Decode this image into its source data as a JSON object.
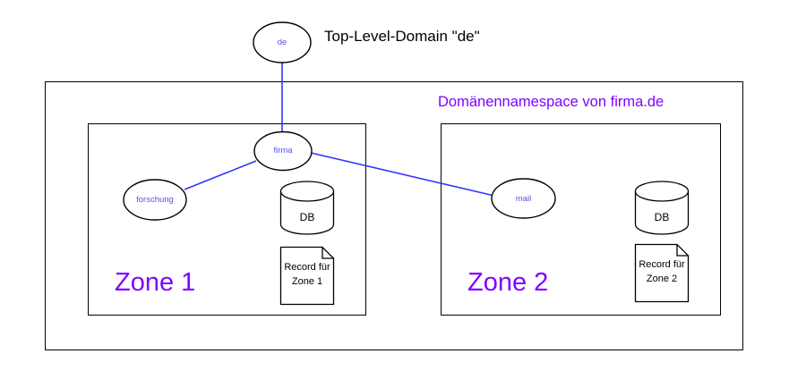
{
  "diagram": {
    "title_caption": "Top-Level-Domain \"de\"",
    "namespace_caption": "Domänennamespace von firma.de",
    "colors": {
      "node_text": "#5555e8",
      "edge": "#3333ff",
      "accent_purple": "#8000ff",
      "outline": "#000000",
      "background": "#ffffff"
    },
    "nodes": [
      {
        "id": "de",
        "label": "de",
        "shape": "ellipse"
      },
      {
        "id": "firma",
        "label": "firma",
        "shape": "ellipse"
      },
      {
        "id": "forschung",
        "label": "forschung",
        "shape": "ellipse"
      },
      {
        "id": "mail",
        "label": "mail",
        "shape": "ellipse"
      }
    ],
    "edges": [
      {
        "from": "de",
        "to": "firma"
      },
      {
        "from": "firma",
        "to": "forschung"
      },
      {
        "from": "firma",
        "to": "mail"
      }
    ],
    "outer_box": {
      "label": "Domänennamespace von firma.de"
    },
    "zones": [
      {
        "id": "zone1",
        "label": "Zone 1",
        "database_label": "DB",
        "record_line1": "Record für",
        "record_line2": "Zone 1"
      },
      {
        "id": "zone2",
        "label": "Zone 2",
        "database_label": "DB",
        "record_line1": "Record für",
        "record_line2": "Zone 2"
      }
    ]
  }
}
